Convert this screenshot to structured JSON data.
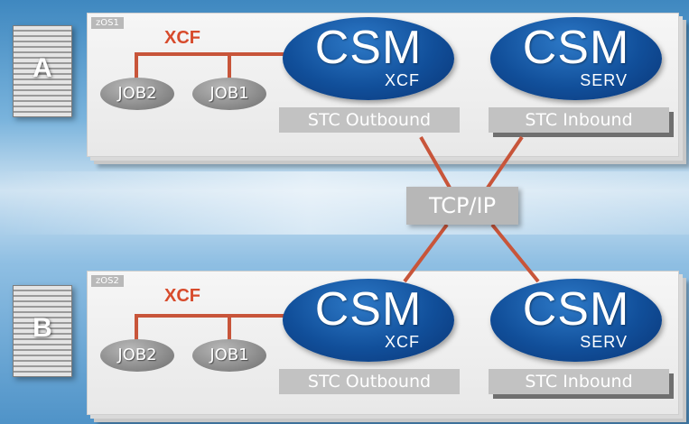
{
  "systems": [
    {
      "system_label": "zOS1",
      "server_letter": "A",
      "xcf_label": "XCF",
      "jobs": [
        "JOB2",
        "JOB1"
      ],
      "csm_left": {
        "title": "CSM",
        "subtitle": "XCF",
        "stc": "STC Outbound"
      },
      "csm_right": {
        "title": "CSM",
        "subtitle": "SERV",
        "stc": "STC Inbound"
      }
    },
    {
      "system_label": "zOS2",
      "server_letter": "B",
      "xcf_label": "XCF",
      "jobs": [
        "JOB2",
        "JOB1"
      ],
      "csm_left": {
        "title": "CSM",
        "subtitle": "XCF",
        "stc": "STC Outbound"
      },
      "csm_right": {
        "title": "CSM",
        "subtitle": "SERV",
        "stc": "STC Inbound"
      }
    }
  ],
  "network": {
    "label": "TCP/IP"
  },
  "colors": {
    "link": "#c8553a",
    "csm_blue": "#114f9a",
    "xcf_red": "#d74b2c"
  }
}
